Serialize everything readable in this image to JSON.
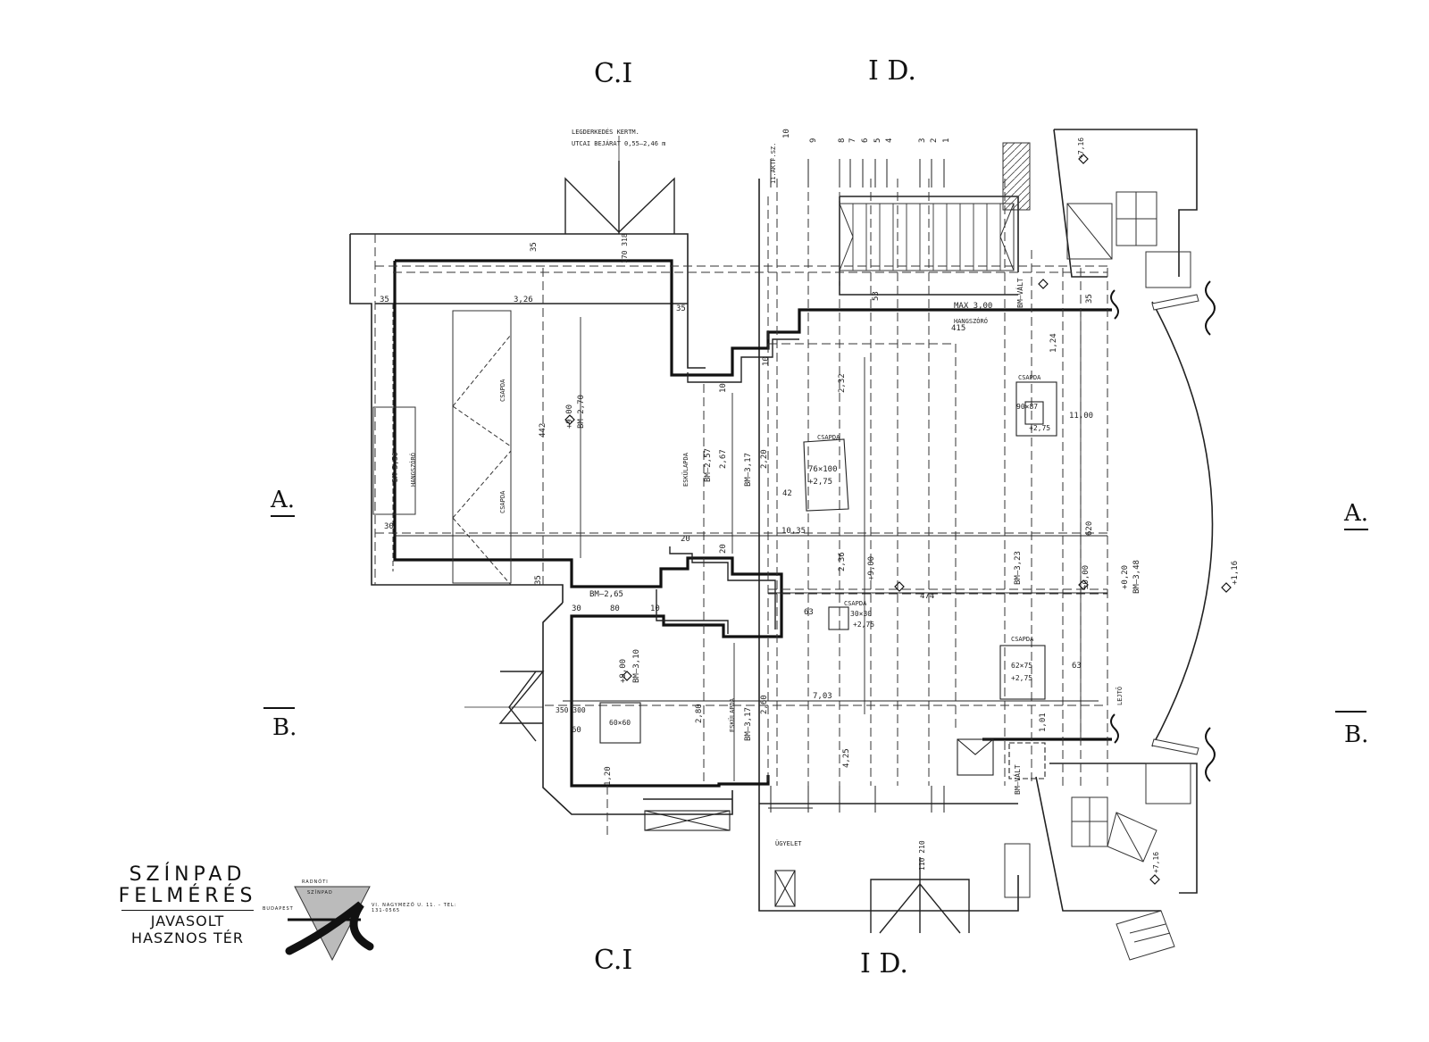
{
  "section_labels": {
    "top_c": "C.I",
    "top_d": "I D.",
    "left_a": "A.",
    "right_a": "A.",
    "left_b": "B.",
    "right_b": "B.",
    "bottom_c": "C.I",
    "bottom_d": "I D."
  },
  "legend": {
    "line1": "SZÍNPAD",
    "line2": "FELMÉRÉS",
    "line3": "JAVASOLT",
    "line4": "HASZNOS TÉR"
  },
  "logo": {
    "top_text": "RADNÓTI",
    "mid_text": "SZÍNPAD",
    "city": "BUDAPEST",
    "address": "VI. NAGYMEZŐ U. 11. – TEL: 131-0565"
  },
  "annotations": {
    "top_note_1": "LEGDERKEDÉS KERTM.",
    "top_note_2": "UTCAI BEJÁRAT 0,55–2,46 m",
    "label_csapda_1": "CSAPDA",
    "label_csapda_2": "CSAPDA",
    "label_csapda_3": "CSAPDA",
    "label_csapda_4": "CSAPDA",
    "label_csapda_5": "CSAPDA",
    "label_csapda_6": "CSAPDA",
    "label_hangszoro_1": "HANGSZÓRÓ",
    "label_hangszoro_2": "HANGSZÓRÓ",
    "label_eskulapda_1": "ESKÜLAPDA",
    "label_eskulapda_2": "ESKÜLAPDA",
    "label_ugyelet": "ÜGYELET",
    "label_lejtő": "LEJTŐ",
    "label_max": "MAX 3,00",
    "box_76_100": "76×100",
    "box_90_87": "90×87",
    "box_62_75": "62×75",
    "box_30_30": "30×30",
    "box_60_60": "60×60",
    "lvl_900_a": "+9,00",
    "lvl_900_b": "+9,00",
    "lvl_900_c": "+9,00",
    "lvl_275_a": "+2,75",
    "lvl_275_b": "+2,75",
    "lvl_275_c": "+2,75",
    "lvl_275_d": "+2,75",
    "lvl_000": "±0,00",
    "lvl_020": "+0,20",
    "lvl_716_a": "+7,16",
    "lvl_716_b": "+7,16",
    "lvl_116": "+1,16",
    "tag_bm_270": "BM–2,70",
    "tag_bm_350": "BM–3,50",
    "tag_bm_265": "BM–2,65",
    "tag_bm_310": "BM–3,10",
    "tag_bm_257": "BM–2,57",
    "tag_bm_317": "BM–3,17",
    "tag_bm_323": "BM–3,23",
    "tag_bm_348": "BM–3,48",
    "tag_bm_valt_1": "BM–VÁLT",
    "tag_bm_valt_2": "BM–VÁLT",
    "dim_226": "3,26",
    "dim_35": "35",
    "dim_35b": "35",
    "dim_35c": "35",
    "dim_35d": "35",
    "dim_30": "30",
    "dim_30b": "30",
    "dim_442": "442",
    "dim_1035": "10,35",
    "dim_415": "415",
    "dim_474": "474",
    "dim_703": "7,03",
    "dim_620": "620",
    "dim_1100": "11,00",
    "dim_260": "2,60",
    "dim_120": "1,20",
    "dim_425": "4,25",
    "dim_232": "2,32",
    "dim_236": "2,36",
    "dim_267": "2,67",
    "dim_220": "2,20",
    "dim_280": "2,80",
    "dim_20a": "20",
    "dim_20b": "20",
    "dim_10a": "10",
    "dim_10b": "10",
    "dim_10c": "10",
    "dim_42": "42",
    "dim_80": "80",
    "dim_60": "60",
    "dim_63": "63",
    "dim_53": "53",
    "dim_124": "1,24",
    "dim_101": "1,01",
    "dim_170_318": "170 318",
    "dim_110_210": "110 210",
    "dim_350_300": "350 300",
    "tick_10": "10",
    "tick_9": "9",
    "tick_8": "8",
    "tick_7": "7",
    "tick_6": "6",
    "tick_5": "5",
    "tick_4": "4",
    "tick_3": "3",
    "tick_2": "2",
    "tick_1": "1",
    "tick_lift": "11.AKTF.SZ."
  }
}
